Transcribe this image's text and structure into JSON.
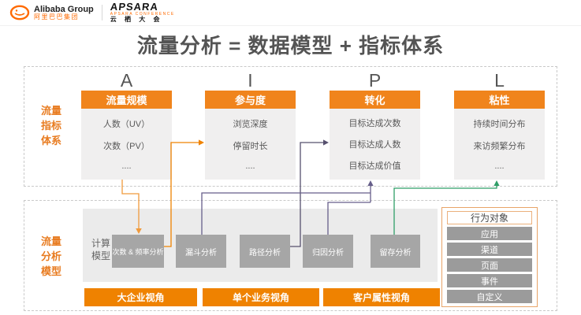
{
  "header": {
    "alibaba_en": "Alibaba Group",
    "alibaba_cn": "阿里巴巴集团",
    "apsara_logo": "APSARA",
    "apsara_sub": "APSARA CONFERENCE",
    "apsara_cn": "云 栖 大 会"
  },
  "title": "流量分析 = 数据模型 + 指标体系",
  "indicator_section": {
    "side_label": [
      "流量",
      "指标",
      "体系"
    ],
    "columns": [
      {
        "letter": "A",
        "header": "流量规模",
        "items": [
          "人数（UV）",
          "次数（PV）",
          "...."
        ]
      },
      {
        "letter": "I",
        "header": "参与度",
        "items": [
          "浏览深度",
          "停留时长",
          "...."
        ]
      },
      {
        "letter": "P",
        "header": "转化",
        "items": [
          "目标达成次数",
          "目标达成人数",
          "目标达成价值"
        ]
      },
      {
        "letter": "L",
        "header": "粘性",
        "items": [
          "持续时间分布",
          "来访频繁分布",
          "...."
        ]
      }
    ]
  },
  "model_section": {
    "side_label": [
      "流量",
      "分析",
      "模型"
    ],
    "calc_label": [
      "计算",
      "模型"
    ],
    "models": [
      "次数 & 频率分析",
      "漏斗分析",
      "路径分析",
      "归因分析",
      "留存分析"
    ],
    "behavior": {
      "title": "行为对象",
      "items": [
        "应用",
        "渠道",
        "页面",
        "事件",
        "自定义"
      ]
    },
    "views": [
      "大企业视角",
      "单个业务视角",
      "客户属性视角"
    ]
  },
  "colors": {
    "accent_orange": "#EF8200",
    "alibaba_orange": "#FF6A00",
    "line_orange_light": "#F09A3C",
    "line_orange": "#EF8200",
    "line_purple": "#665E8A",
    "line_dark": "#56506E",
    "line_green": "#2F9E68"
  }
}
